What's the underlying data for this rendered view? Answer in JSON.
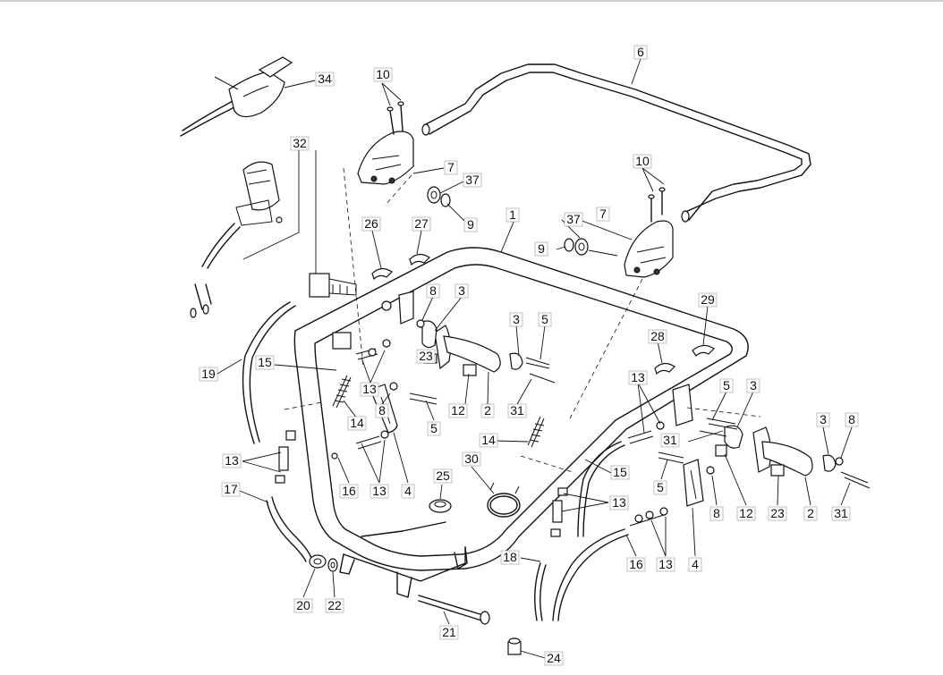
{
  "callouts": [
    {
      "id": "c34a",
      "label": "34"
    },
    {
      "id": "c10a",
      "label": "10"
    },
    {
      "id": "c6a",
      "label": "6"
    },
    {
      "id": "c32a",
      "label": "32"
    },
    {
      "id": "c7a",
      "label": "7"
    },
    {
      "id": "c37a",
      "label": "37"
    },
    {
      "id": "c9a",
      "label": "9"
    },
    {
      "id": "c10b",
      "label": "10"
    },
    {
      "id": "c26a",
      "label": "26"
    },
    {
      "id": "c27a",
      "label": "27"
    },
    {
      "id": "c1a",
      "label": "1"
    },
    {
      "id": "c37b",
      "label": "37"
    },
    {
      "id": "c7b",
      "label": "7"
    },
    {
      "id": "c9b",
      "label": "9"
    },
    {
      "id": "c8a",
      "label": "8"
    },
    {
      "id": "c3a",
      "label": "3"
    },
    {
      "id": "c29a",
      "label": "29"
    },
    {
      "id": "c3b",
      "label": "3"
    },
    {
      "id": "c5a",
      "label": "5"
    },
    {
      "id": "c28a",
      "label": "28"
    },
    {
      "id": "c19a",
      "label": "19"
    },
    {
      "id": "c15a",
      "label": "15"
    },
    {
      "id": "c13a",
      "label": "13"
    },
    {
      "id": "c23a",
      "label": "23"
    },
    {
      "id": "c13b",
      "label": "13"
    },
    {
      "id": "c5b",
      "label": "5"
    },
    {
      "id": "c3c",
      "label": "3"
    },
    {
      "id": "c14a",
      "label": "14"
    },
    {
      "id": "c8b",
      "label": "8"
    },
    {
      "id": "c12a",
      "label": "12"
    },
    {
      "id": "c2a",
      "label": "2"
    },
    {
      "id": "c31a",
      "label": "31"
    },
    {
      "id": "c3d",
      "label": "3"
    },
    {
      "id": "c8c",
      "label": "8"
    },
    {
      "id": "c5c",
      "label": "5"
    },
    {
      "id": "c31b",
      "label": "31"
    },
    {
      "id": "c14b",
      "label": "14"
    },
    {
      "id": "c13c",
      "label": "13"
    },
    {
      "id": "c30a",
      "label": "30"
    },
    {
      "id": "c15b",
      "label": "15"
    },
    {
      "id": "c17a",
      "label": "17"
    },
    {
      "id": "c16a",
      "label": "16"
    },
    {
      "id": "c13d",
      "label": "13"
    },
    {
      "id": "c4a",
      "label": "4"
    },
    {
      "id": "c25a",
      "label": "25"
    },
    {
      "id": "c13e",
      "label": "13"
    },
    {
      "id": "c5d",
      "label": "5"
    },
    {
      "id": "c8d",
      "label": "8"
    },
    {
      "id": "c12b",
      "label": "12"
    },
    {
      "id": "c23b",
      "label": "23"
    },
    {
      "id": "c2b",
      "label": "2"
    },
    {
      "id": "c31c",
      "label": "31"
    },
    {
      "id": "c18a",
      "label": "18"
    },
    {
      "id": "c16b",
      "label": "16"
    },
    {
      "id": "c13f",
      "label": "13"
    },
    {
      "id": "c4b",
      "label": "4"
    },
    {
      "id": "c20a",
      "label": "20"
    },
    {
      "id": "c22a",
      "label": "22"
    },
    {
      "id": "c21a",
      "label": "21"
    },
    {
      "id": "c24a",
      "label": "24"
    }
  ]
}
